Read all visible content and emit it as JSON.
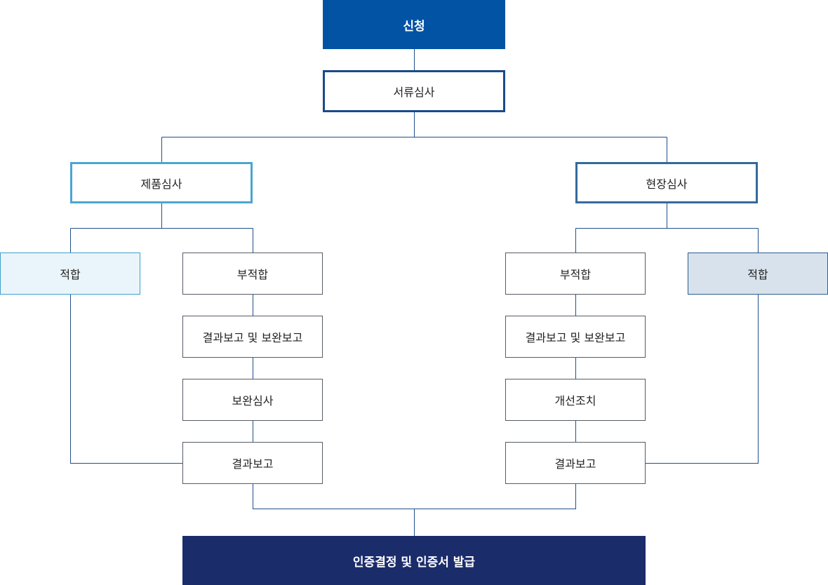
{
  "nodes": {
    "apply": "신청",
    "doc_review": "서류심사",
    "product_review": "제품심사",
    "site_review": "현장심사",
    "left_pass": "적합",
    "left_fail": "부적합",
    "left_report_supplement": "결과보고 및 보완보고",
    "left_supplement_review": "보완심사",
    "left_result": "결과보고",
    "right_fail": "부적합",
    "right_pass": "적합",
    "right_report_supplement": "결과보고 및 보완보고",
    "right_corrective_action": "개선조치",
    "right_result": "결과보고",
    "final": "인증결정 및 인증서 발급"
  },
  "colors": {
    "line": "#1f4f8a",
    "solid_blue": "#0353a4",
    "solid_navy": "#1b2c6b",
    "sky": "#4aa6d1",
    "steel": "#346a9c"
  }
}
